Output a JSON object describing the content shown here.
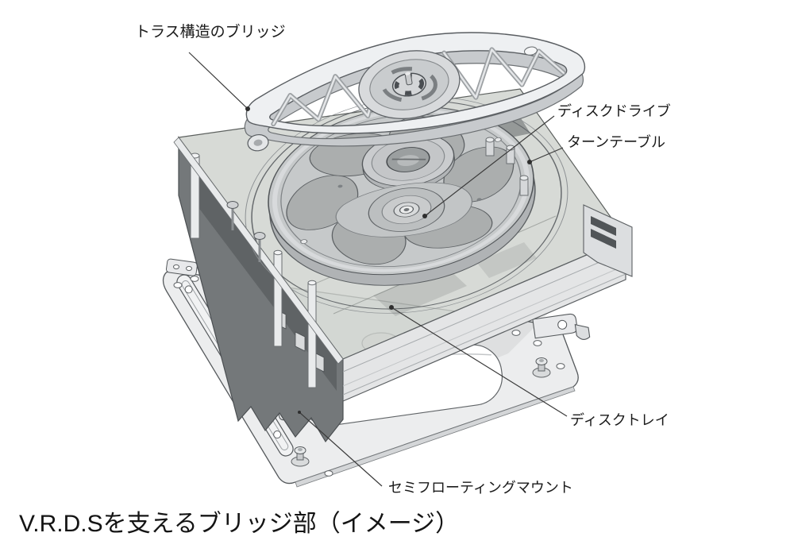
{
  "figure": {
    "caption": "V.R.D.Sを支えるブリッジ部（イメージ）",
    "labels": {
      "truss_bridge": "トラス構造のブリッジ",
      "disc_drive": "ディスクドライブ",
      "turntable": "ターンテーブル",
      "disc_tray": "ディスクトレイ",
      "semi_floating_mount": "セミフローティングマウント"
    },
    "colors": {
      "background": "#ffffff",
      "line_art": "#4a4e51",
      "label_text": "#1a1a1a"
    }
  }
}
